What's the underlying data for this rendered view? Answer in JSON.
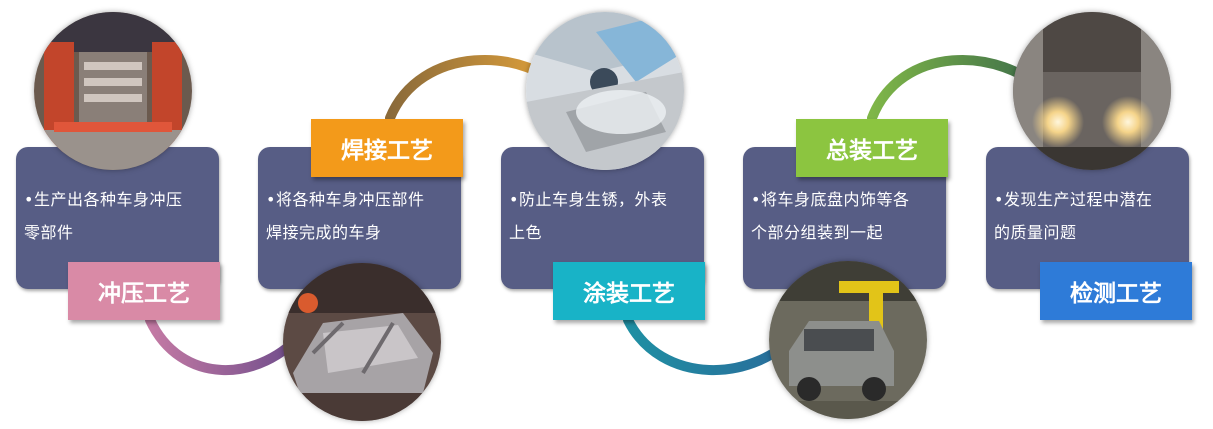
{
  "colors": {
    "card": "#575d85",
    "stamping": "#d98aa6",
    "welding": "#f39a1a",
    "painting": "#18b3c7",
    "assembly": "#8cc540",
    "inspection": "#2e7bd8"
  },
  "stages": [
    {
      "title": "冲压工艺",
      "desc_line1": "•生产出各种车身冲压",
      "desc_line2": "零部件"
    },
    {
      "title": "焊接工艺",
      "desc_line1": "•将各种车身冲压部件",
      "desc_line2": "焊接完成的车身"
    },
    {
      "title": "涂装工艺",
      "desc_line1": "•防止车身生锈，外表",
      "desc_line2": "上色"
    },
    {
      "title": "总装工艺",
      "desc_line1": "•将车身底盘内饰等各",
      "desc_line2": "个部分组装到一起"
    },
    {
      "title": "检测工艺",
      "desc_line1": "•发现生产过程中潜在",
      "desc_line2": "的质量问题"
    }
  ]
}
